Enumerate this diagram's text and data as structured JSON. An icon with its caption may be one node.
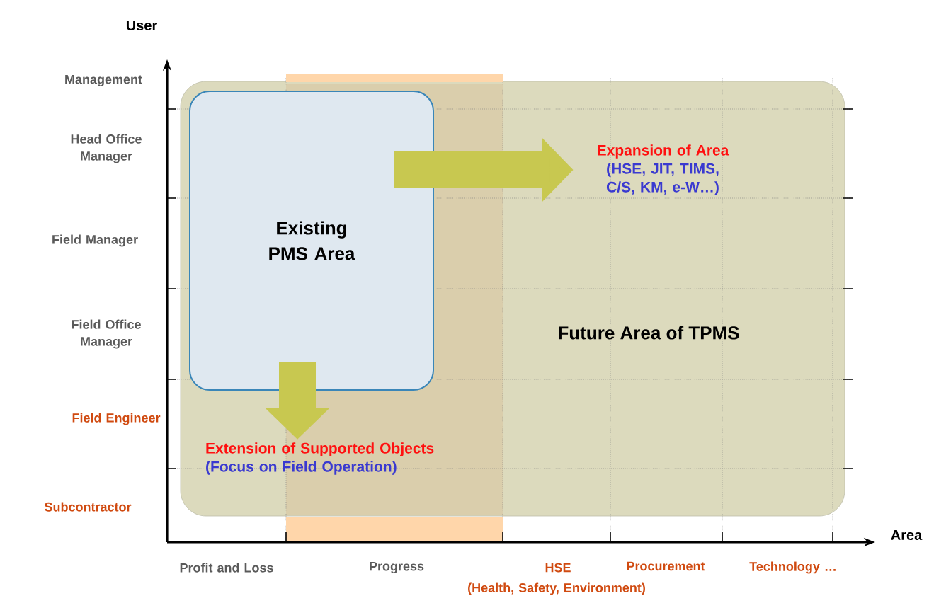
{
  "diagram": {
    "nodes": [
      {
        "text": [
          "Future Area of TPMS"
        ]
      },
      {
        "text": [
          "Existing PMS Area"
        ],
        "in": 0
      },
      {
        "text": [
          "Expansion of Area",
          "(HSE, JIT, TIMS, C/S, KM, e-W…)"
        ],
        "in": 0
      },
      {
        "text": [
          "Extension of Supported Objects",
          "(Focus on Field Operation)"
        ],
        "in": 0
      }
    ],
    "edges": [
      {
        "from": 1,
        "to": 2,
        "arrow": "to"
      },
      {
        "from": 1,
        "to": 3,
        "arrow": "to"
      }
    ],
    "labels": [
      "User",
      "Management",
      "Head Office Manager",
      "Field Manager",
      "Field Office Manager",
      "Field Engineer",
      "Subcontractor",
      "Area",
      "Profit and Loss",
      "Progress",
      "HSE",
      "Procurement",
      "Technology …",
      "(Health, Safety, Environment)"
    ]
  }
}
